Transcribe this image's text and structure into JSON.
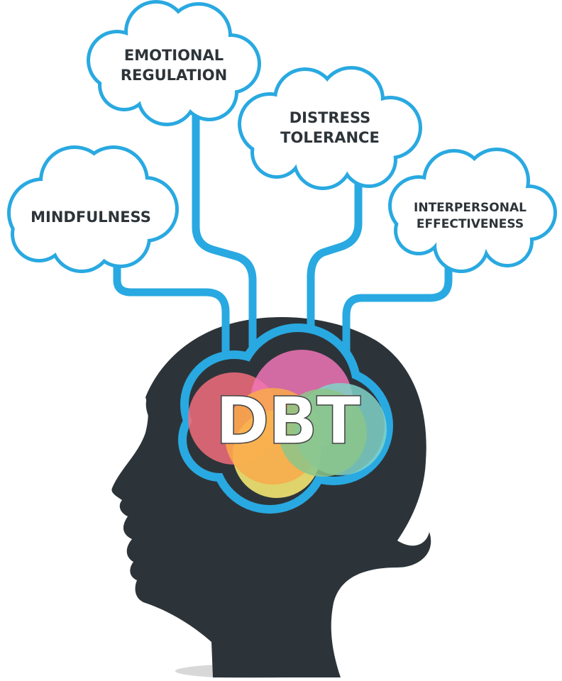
{
  "title": "DBT",
  "skills": [
    {
      "label_lines": [
        "MINDFULNESS"
      ]
    },
    {
      "label_lines": [
        "EMOTIONAL",
        "REGULATION"
      ]
    },
    {
      "label_lines": [
        "DISTRESS",
        "TOLERANCE"
      ]
    },
    {
      "label_lines": [
        "INTERPERSONAL",
        "EFFECTIVENESS"
      ]
    }
  ],
  "colors": {
    "outline": "#29a9e1",
    "head": "#2d3439",
    "red": "#f26d7d",
    "pink": "#f075b6",
    "orange": "#f9a94a",
    "yellow": "#fff176",
    "green": "#8bc58a",
    "teal": "#80d4c8"
  }
}
